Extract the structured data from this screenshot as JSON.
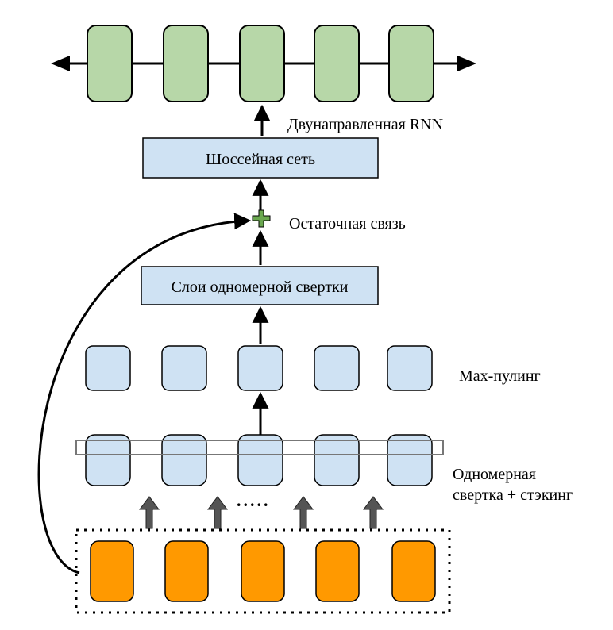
{
  "labels": {
    "rnn": "Двунаправленная RNN",
    "highway": "Шоссейная сеть",
    "residual": "Остаточная связь",
    "conv_layers": "Слои одномерной свертки",
    "maxpool": "Max-пулинг",
    "conv_stack_line1": "Одномерная",
    "conv_stack_line2": "свертка + стэкинг",
    "ellipsis": "....."
  },
  "colors": {
    "rnn_fill": "#b7d7a8",
    "blue_fill": "#cfe2f3",
    "orange_fill": "#ff9900",
    "plus_fill": "#6aa84f",
    "gray_arrow": "#555555",
    "stroke": "#000000"
  },
  "icons": {
    "plus": "plus-icon"
  },
  "nodes": {
    "rnn_cells": 5,
    "maxpool_cells": 5,
    "conv_cells": 5,
    "input_cells": 5
  }
}
